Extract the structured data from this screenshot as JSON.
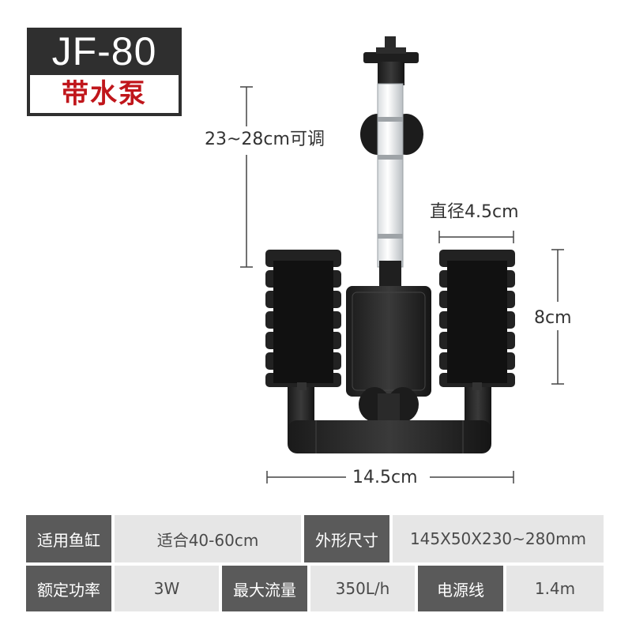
{
  "header": {
    "model": "JF-80",
    "subtitle": "带水泵"
  },
  "dimensions": {
    "height_label": "23~28cm可调",
    "diameter_label": "直径4.5cm",
    "sponge_height_label": "8cm",
    "width_label": "14.5cm"
  },
  "specs": {
    "rows": [
      [
        {
          "label": "适用鱼缸",
          "value": "适合40-60cm"
        },
        {
          "label": "外形尺寸",
          "value": "145X50X230~280mm"
        }
      ],
      [
        {
          "label": "额定功率",
          "value": "3W"
        },
        {
          "label": "最大流量",
          "value": "350L/h"
        },
        {
          "label": "电源线",
          "value": "1.4m"
        }
      ]
    ]
  }
}
